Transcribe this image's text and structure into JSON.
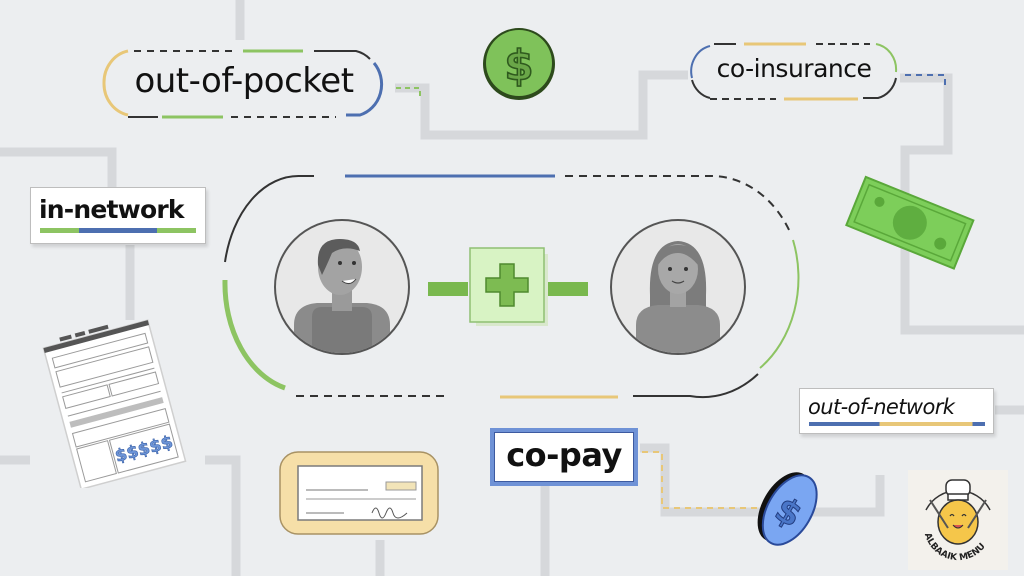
{
  "labels": {
    "out_of_pocket": "out-of-pocket",
    "co_insurance": "co-insurance",
    "in_network": "in-network",
    "out_of_network": "out-of-network",
    "co_pay": "co-pay"
  },
  "icons": {
    "coin_top": "dollar-coin-icon",
    "dollar_bill": "dollar-bill-icon",
    "medical_bill": "medical-bill-document-icon",
    "check": "bank-check-icon",
    "coin_bottom": "spinning-dollar-coin-icon",
    "plus_box": "medical-plus-icon",
    "person_left": "man-avatar",
    "person_right": "woman-avatar"
  },
  "document": {
    "amount_symbols": "$$$$$"
  },
  "watermark": {
    "text": "ALBAAIK MENU"
  },
  "colors": {
    "background": "#eceef0",
    "path_gray": "#d3d5d8",
    "green": "#8dc462",
    "green_dark": "#4f8a2e",
    "blue": "#4d6fb0",
    "blue_light": "#6f92d6",
    "yellow": "#e8c778",
    "dark_line": "#333333"
  }
}
